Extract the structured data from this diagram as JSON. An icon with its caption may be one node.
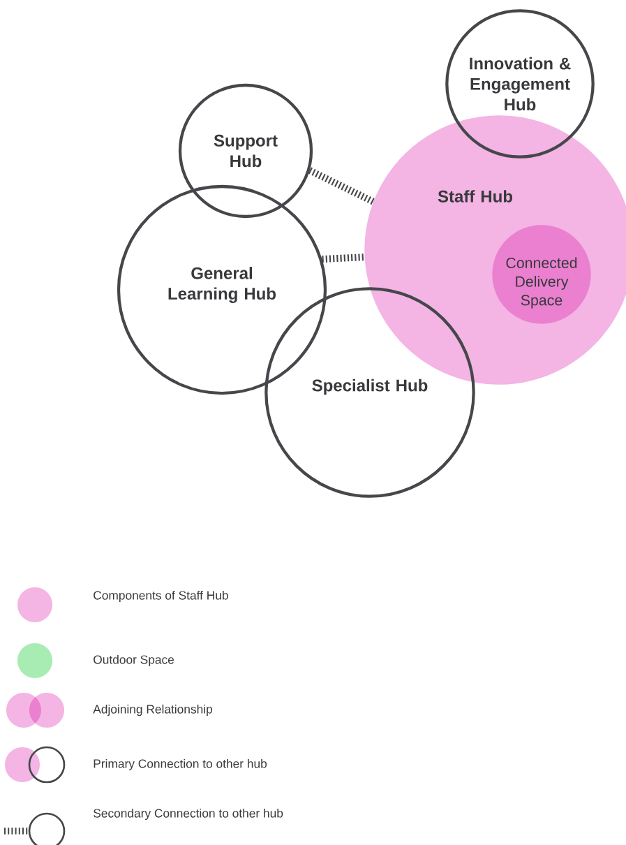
{
  "diagram": {
    "nodes": [
      {
        "text": [
          "Innovation & Engagement Hub"
        ]
      },
      {
        "text": [
          "Support Hub"
        ]
      },
      {
        "text": [
          "Staff Hub"
        ]
      },
      {
        "text": [
          "Connected Delivery Space"
        ],
        "in": 2
      },
      {
        "text": [
          "General Learning Hub"
        ]
      },
      {
        "text": [
          "Specialist Hub"
        ]
      }
    ],
    "edges": [
      {
        "from": 1,
        "to": 2,
        "arrow": "none",
        "style": "dashed"
      },
      {
        "from": 4,
        "to": 2,
        "arrow": "none",
        "style": "dashed"
      }
    ],
    "legend": [
      {
        "text": "Components of Staff Hub",
        "color": "#f4b4e4"
      },
      {
        "text": "Outdoor Space",
        "color": "#a8ecb4"
      },
      {
        "text": "Adjoining Relationship"
      },
      {
        "text": "Primary Connection to other hub"
      },
      {
        "text": "Secondary Connection to other hub"
      }
    ]
  }
}
